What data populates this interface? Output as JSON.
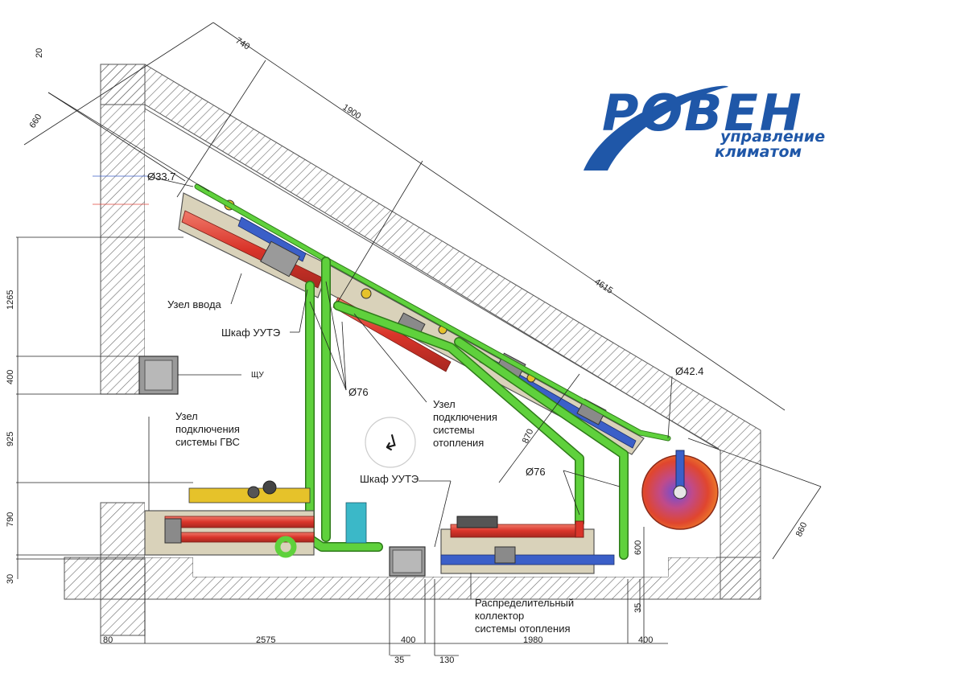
{
  "logo": {
    "brand": "РОВЕН",
    "tagline_1": "управление",
    "tagline_2": "климатом",
    "color": "#1f57a8"
  },
  "labels": {
    "input_node": "Узел ввода",
    "cabinet_uute_top": "Шкаф УУТЭ",
    "shchu": "ЩУ",
    "dhw_1": "Узел",
    "dhw_2": "подключения",
    "dhw_3": "системы ГВС",
    "heat_1": "Узел",
    "heat_2": "подключения",
    "heat_3": "системы",
    "heat_4": "отопления",
    "cabinet_uute_bottom": "Шкаф УУТЭ",
    "coll_1": "Распределительный",
    "coll_2": "коллектор",
    "coll_3": "системы отопления",
    "d_33_7": "Ø33.7",
    "d_76_a": "Ø76",
    "d_76_b": "Ø76",
    "d_42_4": "Ø42.4"
  },
  "dimensions": {
    "d740": "740",
    "d20": "20",
    "d660": "660",
    "d1900": "1900",
    "d4615": "4615",
    "d1265": "1265",
    "d400_left": "400",
    "d925": "925",
    "d790": "790",
    "d30": "30",
    "d870": "870",
    "d600": "600",
    "d860": "860",
    "d35_right": "35",
    "d80": "80",
    "d2575": "2575",
    "d400_mid": "400",
    "d35_bottom": "35",
    "d130": "130",
    "d1980": "1980",
    "d400_right": "400"
  },
  "colors": {
    "pipe_green": "#5fd13c",
    "pipe_red": "#e0463c",
    "pipe_blue": "#3b5fc8",
    "hatch": "#6a6a6a",
    "frame": "#c9c1a6",
    "tank_red": "#d9452f",
    "tank_orange": "#e88a2a"
  }
}
